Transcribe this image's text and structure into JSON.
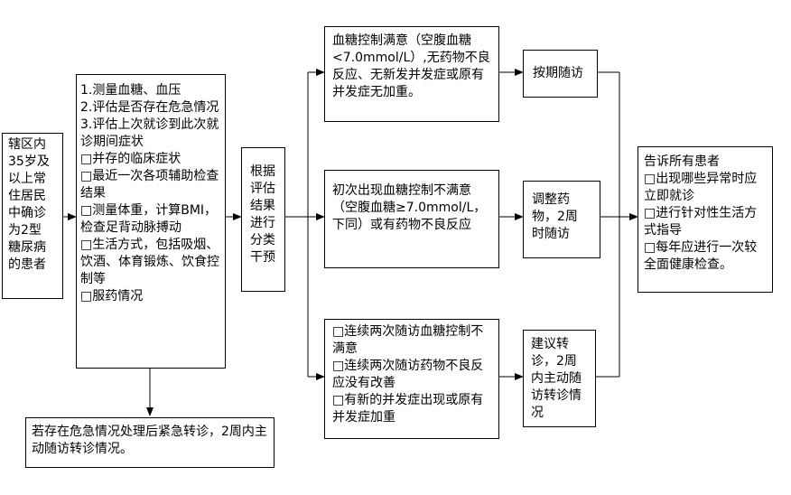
{
  "patients_box": "辖区内\n35岁及\n以上常\n住居民\n中确诊\n为2型\n糖尿病\n的患者",
  "assessment": {
    "items": [
      "1.测量血糖、血压",
      "2.评估是否存在危急情况",
      "3.评估上次就诊到此次就诊期间症状",
      "□并存的临床症状",
      "□最近一次各项辅助检查结果",
      "□测量体重，计算BMI，检查足背动脉搏动",
      "□生活方式，包括吸烟、饮酒、体育锻炼、饮食控制等",
      "□服药情况"
    ]
  },
  "emergency_box": "若存在危急情况处理后紧急转诊，2周内主动随访转诊情况。",
  "classify_box": "根据\n评估\n结果\n进行\n分类\n干预",
  "outcomes": {
    "satisfied": "血糖控制满意（空腹血糖<7.0mmol/L）,无药物不良反应、无新发并发症或原有并发症无加重。",
    "first_unsatisfied": "初次出现血糖控制不满意（空腹血糖≥7.0mmol/L，下同）或有药物不良反应",
    "consecutive": [
      "□连续两次随访血糖控制不满意",
      "□连续两次随访药物不良反应没有改善",
      "□有新的并发症出现或原有并发症加重"
    ]
  },
  "actions": {
    "scheduled": "按期随访",
    "adjust": "调整药\n物，2周\n时随访",
    "referral": "建议转\n诊，2周\n内主动随\n访转诊情\n况"
  },
  "inform": {
    "items": [
      "告诉所有患者",
      "□出现哪些异常时应立即就诊",
      "□进行针对性生活方式指导",
      "□每年应进行一次较全面健康检查。"
    ]
  }
}
